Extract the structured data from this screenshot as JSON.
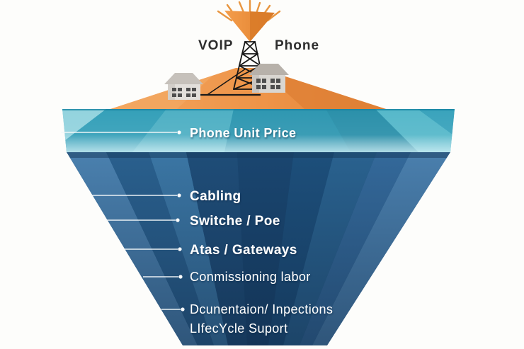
{
  "scene": {
    "voip_label": "VOIP",
    "phone_label": "Phone"
  },
  "surface": {
    "label": "Phone Unit Price"
  },
  "hidden_costs": [
    "Cabling",
    "Switche / Poe",
    "Atas / Gateways",
    "Conmissioning labor",
    "Dcunentaion/ Inpections",
    "LIfecYcle Suport"
  ],
  "colors": {
    "background": "#fdfdfb",
    "hill_orange": "#f09a4e",
    "hill_orange_dark": "#df8136",
    "cone_orange": "#f0913d",
    "water_teal": "#35a1ba",
    "water_teal_light": "#93d3de",
    "underwater_blue": "#1c4a74",
    "underwater_blue_light": "#4a80ae",
    "label_white": "#ffffff",
    "land_text": "#2d2d2d"
  }
}
